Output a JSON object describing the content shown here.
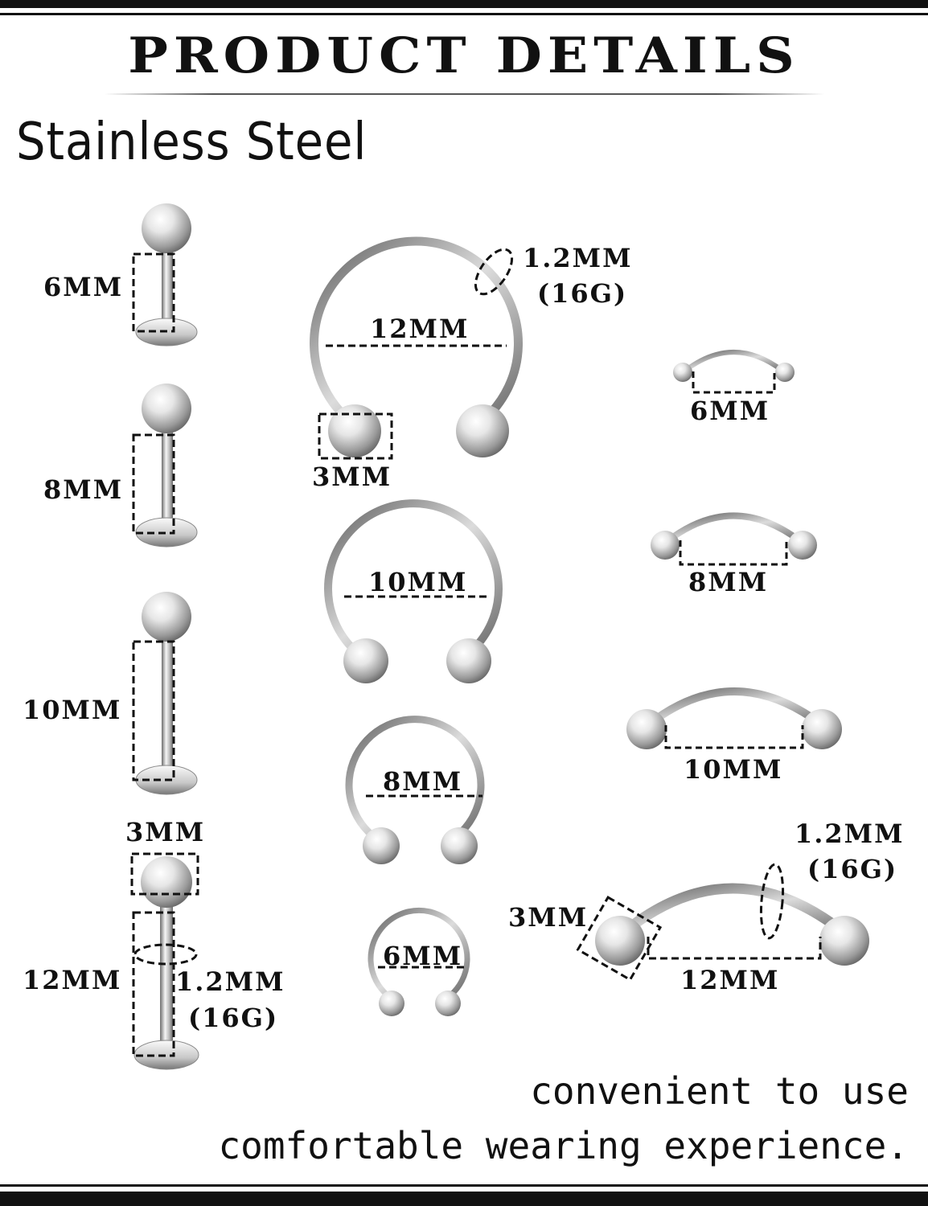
{
  "header": {
    "title": "PRODUCT DETAILS",
    "material": "Stainless Steel"
  },
  "labret_studs": {
    "lengths": [
      "6MM",
      "8MM",
      "10MM",
      "12MM"
    ],
    "ball_size": "3MM",
    "gauge": "1.2MM",
    "gauge_g": "(16G)"
  },
  "horseshoe_rings": {
    "diameters": [
      "12MM",
      "10MM",
      "8MM",
      "6MM"
    ],
    "ball_size": "3MM",
    "gauge": "1.2MM",
    "gauge_g": "(16G)"
  },
  "curved_barbells": {
    "lengths": [
      "6MM",
      "8MM",
      "10MM",
      "12MM"
    ],
    "ball_size": "3MM",
    "gauge": "1.2MM",
    "gauge_g": "(16G)"
  },
  "footer": {
    "line1": "convenient to use",
    "line2": "comfortable wearing experience."
  },
  "colors": {
    "ink": "#111111",
    "metal_light": "#f4f4f4",
    "metal_dark": "#7a7a7a"
  }
}
